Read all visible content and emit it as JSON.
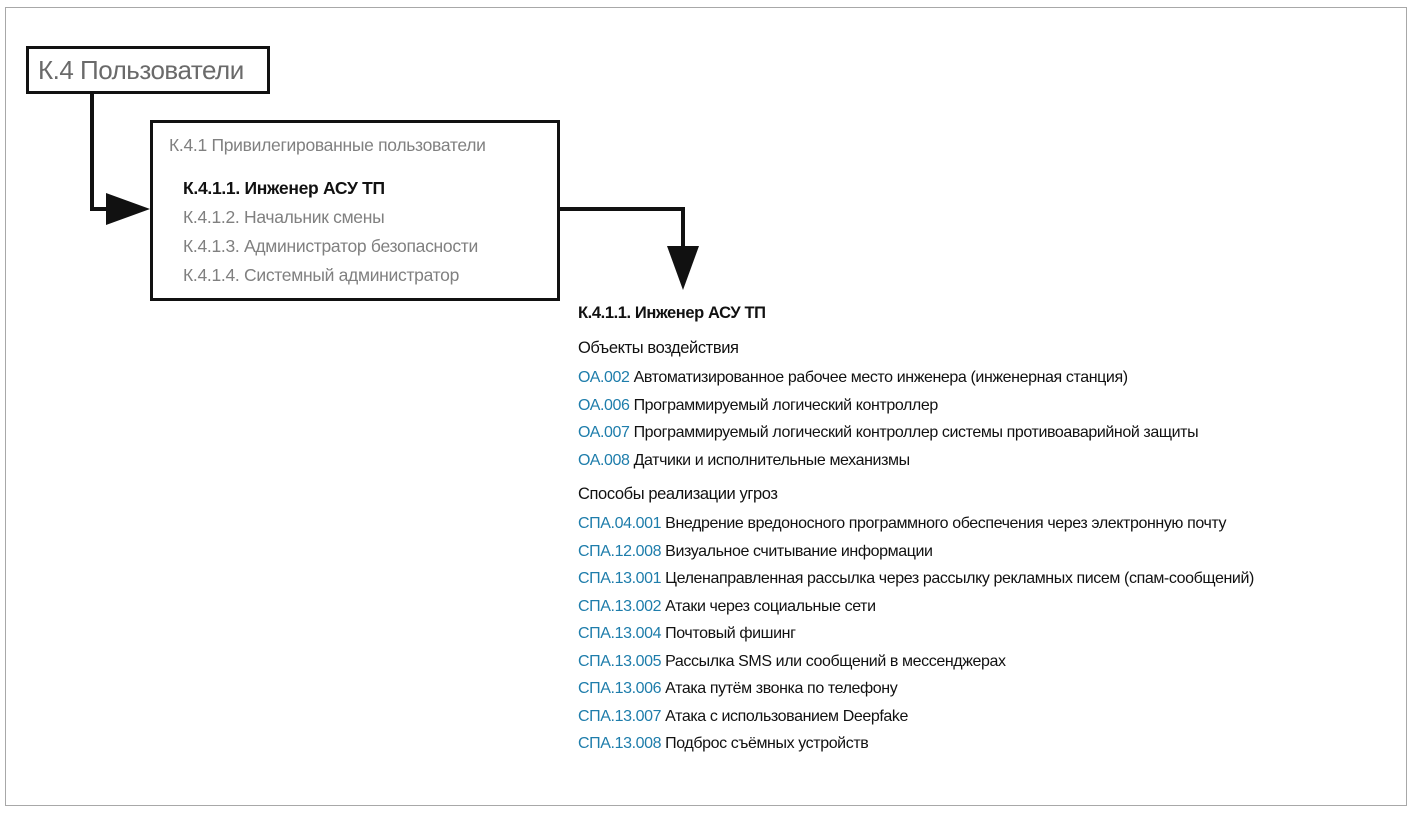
{
  "root": {
    "label": "К.4 Пользователи"
  },
  "privileged": {
    "title": "К.4.1 Привилегированные пользователи",
    "items": [
      {
        "label": "К.4.1.1. Инженер АСУ ТП",
        "active": true
      },
      {
        "label": "К.4.1.2. Начальник смены",
        "active": false
      },
      {
        "label": "К.4.1.3. Администратор безопасности",
        "active": false
      },
      {
        "label": "К.4.1.4. Системный администратор",
        "active": false
      }
    ]
  },
  "detail": {
    "title": "К.4.1.1. Инженер АСУ ТП",
    "objects_heading": "Объекты воздействия",
    "objects": [
      {
        "code": "ОА.002",
        "text": "Автоматизированное рабочее место инженера (инженерная станция)"
      },
      {
        "code": "ОА.006",
        "text": "Программируемый логический контроллер"
      },
      {
        "code": "ОА.007",
        "text": "Программируемый логический контроллер системы противоаварийной защиты"
      },
      {
        "code": "ОА.008",
        "text": "Датчики и исполнительные механизмы"
      }
    ],
    "methods_heading": "Способы реализации угроз",
    "methods": [
      {
        "code": "СПА.04.001",
        "text": "Внедрение вредоносного программного обеспечения через электронную почту"
      },
      {
        "code": "СПА.12.008",
        "text": "Визуальное считывание информации"
      },
      {
        "code": "СПА.13.001",
        "text": "Целенаправленная рассылка через рассылку рекламных писем (спам-сообщений)"
      },
      {
        "code": "СПА.13.002",
        "text": "Атаки через социальные сети"
      },
      {
        "code": "СПА.13.004",
        "text": "Почтовый фишинг"
      },
      {
        "code": "СПА.13.005",
        "text": "Рассылка SMS или сообщений в мессенджерах"
      },
      {
        "code": "СПА.13.006",
        "text": "Атака путём звонка по телефону"
      },
      {
        "code": "СПА.13.007",
        "text": "Атака с использованием Deepfake"
      },
      {
        "code": "СПА.13.008",
        "text": "Подброс съёмных устройств"
      }
    ]
  },
  "colors": {
    "code": "#1e7dab",
    "muted": "#808080",
    "ink": "#111111",
    "frame": "#a8a8a8"
  }
}
